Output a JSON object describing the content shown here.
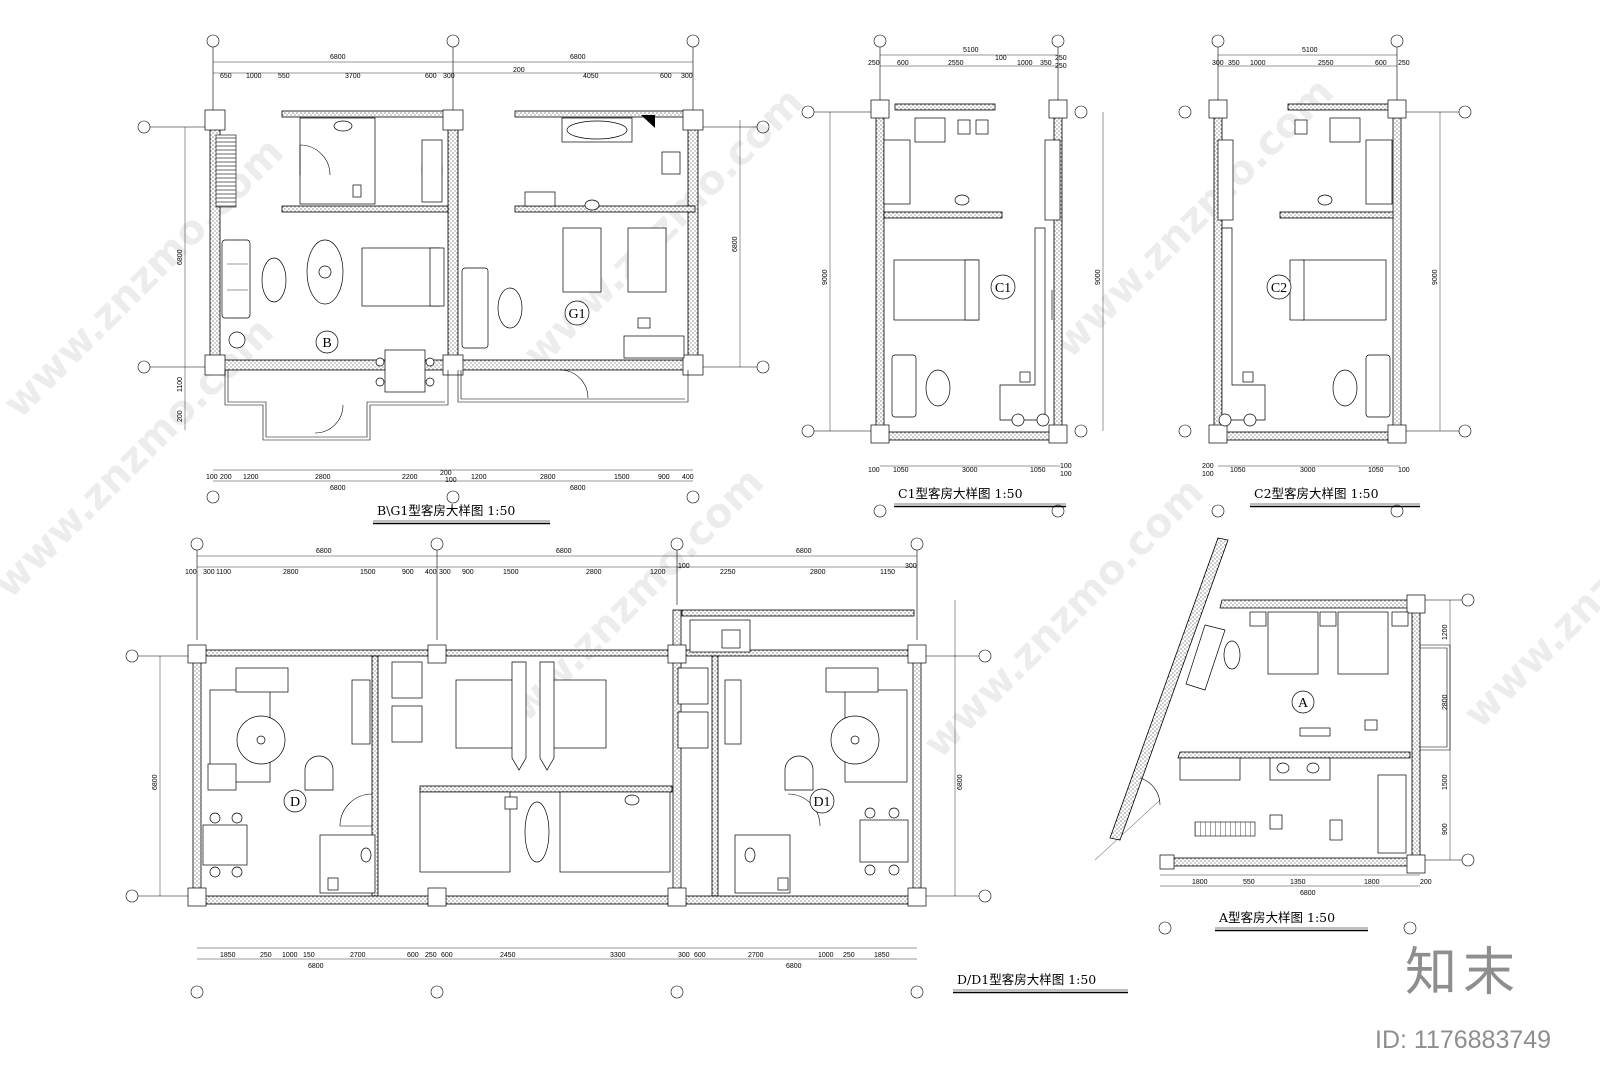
{
  "drawing_titles": {
    "bg1": "B\\G1型客房大样图   1:50",
    "c1": "C1型客房大样图   1:50",
    "c2": "C2型客房大样图   1:50",
    "dd1": "D/D1型客房大样图   1:50",
    "a": "A型客房大样图   1:50"
  },
  "room_tags": {
    "b": "B",
    "g1": "G1",
    "c1": "C1",
    "c2": "C2",
    "d": "D",
    "d1": "D1",
    "a": "A"
  },
  "bg1_dims": {
    "top_total_left": "6800",
    "top_total_right": "6800",
    "top_row": [
      "650",
      "1000",
      "550",
      "3700",
      "600",
      "300",
      "200",
      "4050",
      "600",
      "300"
    ],
    "bottom_row": [
      "100",
      "200",
      "1200",
      "2800",
      "2200",
      "200",
      "100",
      "1200",
      "2800",
      "1500",
      "900",
      "400"
    ],
    "bottom_total_left": "6800",
    "bottom_total_right": "6800",
    "left_v": [
      "6800",
      "1100",
      "200"
    ],
    "right_v": "6800"
  },
  "c1_dims": {
    "top_total": "5100",
    "top_row": [
      "250",
      "600",
      "2550",
      "100",
      "1000",
      "350",
      "250",
      "250"
    ],
    "bottom_row": [
      "100",
      "1050",
      "3000",
      "1050",
      "100",
      "100"
    ],
    "left_v": "9000",
    "right_v": "9000"
  },
  "c2_dims": {
    "top_total": "5100",
    "top_row": [
      "300",
      "350",
      "1000",
      "2550",
      "600",
      "250"
    ],
    "bottom_row": [
      "200",
      "100",
      "1050",
      "3000",
      "1050",
      "100"
    ],
    "right_v": "9000"
  },
  "dd1_dims": {
    "top_totals": [
      "6800",
      "6800",
      "6800"
    ],
    "top_row": [
      "100",
      "300",
      "1100",
      "2800",
      "1500",
      "900",
      "400",
      "300",
      "900",
      "1500",
      "2800",
      "1200",
      "100",
      "2250",
      "2800",
      "1150",
      "300"
    ],
    "bottom_row": [
      "1850",
      "250",
      "1000",
      "150",
      "2700",
      "600",
      "250",
      "600",
      "2450",
      "3300",
      "300",
      "600",
      "2700",
      "1000",
      "250",
      "1850"
    ],
    "bottom_totals": [
      "6800",
      "6800"
    ],
    "left_v": "6800",
    "right_v": "6800"
  },
  "a_dims": {
    "bottom_row": [
      "1800",
      "550",
      "1350",
      "1800",
      "200"
    ],
    "bottom_total": "6800",
    "right_v": [
      "1200",
      "2800",
      "1500",
      "900"
    ]
  },
  "watermark": {
    "text": "www.znzmo.com",
    "brand_cn": "知末"
  },
  "footer": {
    "brand": "知末",
    "id_label": "ID: 1176883749"
  }
}
